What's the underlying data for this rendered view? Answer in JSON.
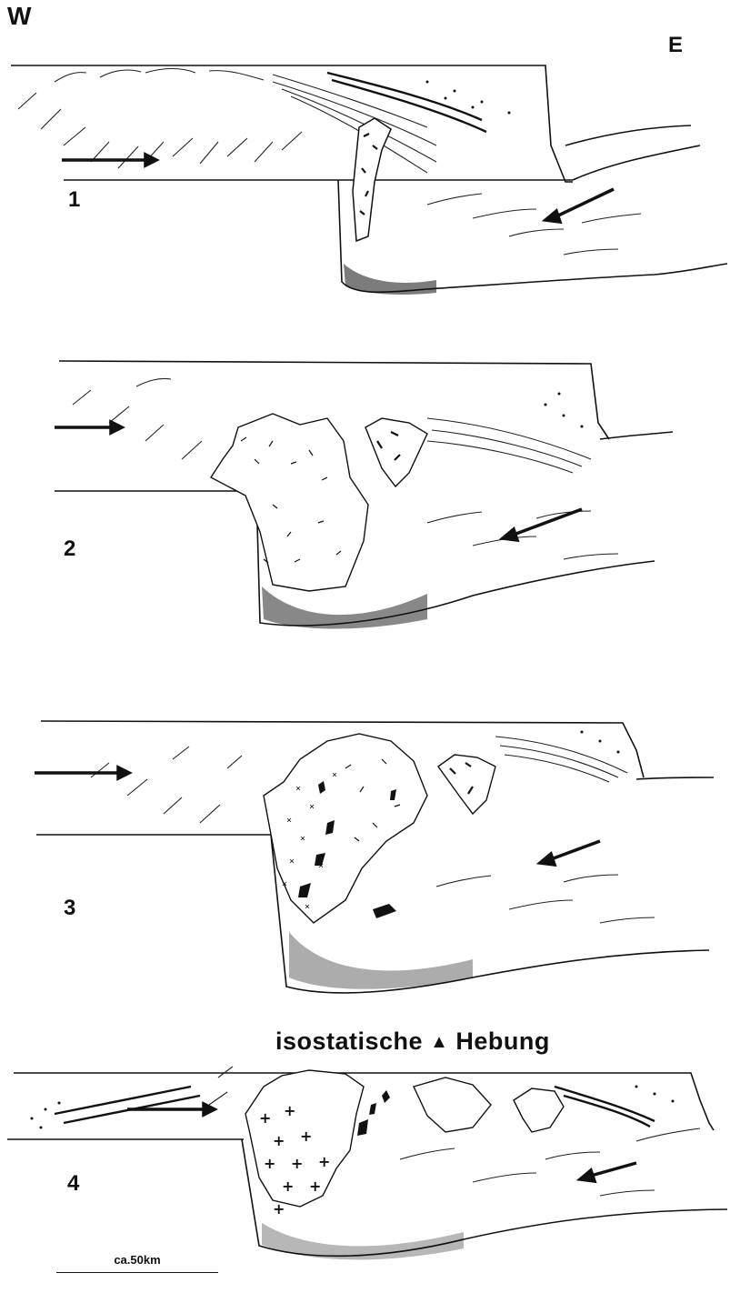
{
  "labels": {
    "west": "W",
    "east": "E",
    "uplift_left": "isostatische",
    "uplift_right": "Hebung",
    "scale_bar": "ca.50km"
  },
  "panels": [
    {
      "number": "1"
    },
    {
      "number": "2"
    },
    {
      "number": "3"
    },
    {
      "number": "4"
    }
  ]
}
